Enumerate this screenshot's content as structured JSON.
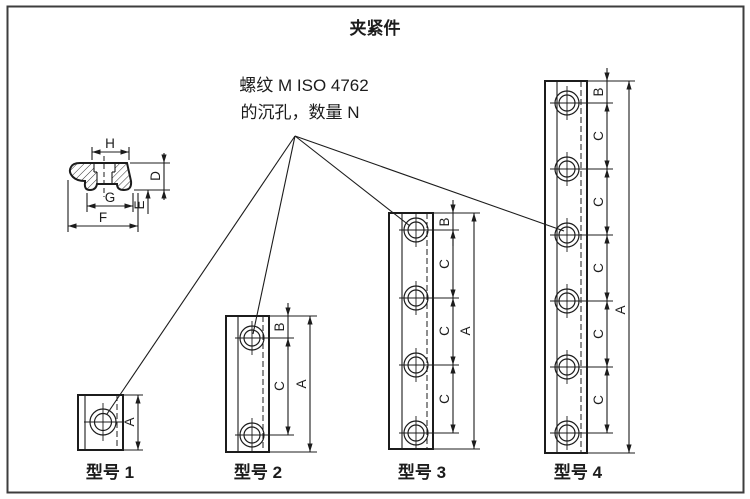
{
  "title": "夹紧件",
  "callout": {
    "line1": "螺纹 M ISO 4762",
    "line2": "的沉孔，数量 N"
  },
  "letters": {
    "A": "A",
    "B": "B",
    "C": "C",
    "D": "D",
    "E": "E",
    "F": "F",
    "G": "G",
    "H": "H"
  },
  "models": [
    {
      "label": "型号 1",
      "holes": 1
    },
    {
      "label": "型号 2",
      "holes": 2
    },
    {
      "label": "型号 3",
      "holes": 4
    },
    {
      "label": "型号 4",
      "holes": 6
    }
  ],
  "colors": {
    "line": "#1c1c1c",
    "frame": "#3d3d3d",
    "background": "#ffffff"
  }
}
